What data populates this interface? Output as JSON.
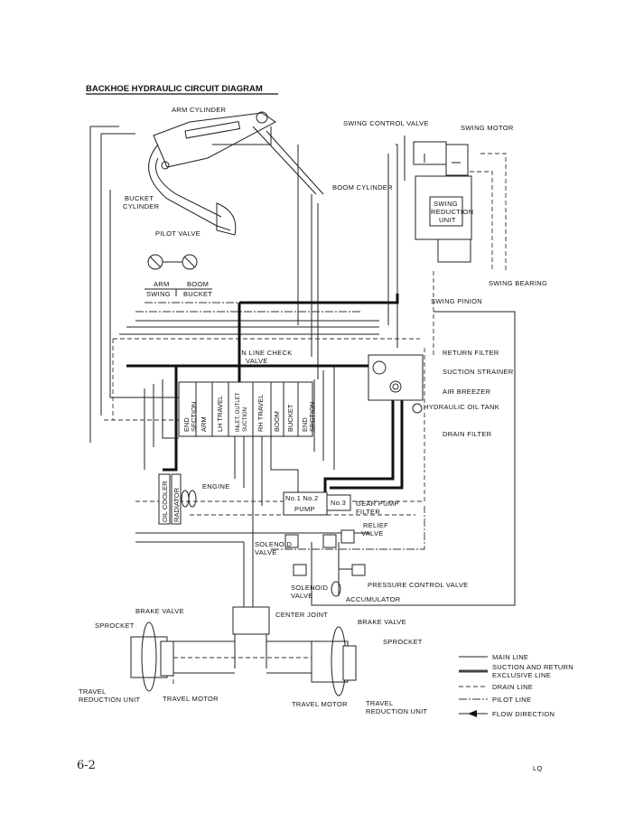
{
  "title": "BACKHOE HYDRAULIC CIRCUIT DIAGRAM",
  "labels": {
    "arm_cylinder": "ARM CYLINDER",
    "swing_control_valve": "SWING CONTROL VALVE",
    "swing_motor": "SWING MOTOR",
    "boom_cylinder": "BOOM CYLINDER",
    "bucket_cylinder_1": "BUCKET",
    "bucket_cylinder_2": "CYLINDER",
    "swing_reduction_1": "SWING",
    "swing_reduction_2": "REDUCTION",
    "swing_reduction_3": "UNIT",
    "pilot_valve": "PILOT VALVE",
    "pv_arm": "ARM",
    "pv_boom": "BOOM",
    "pv_swing": "SWING",
    "pv_bucket": "BUCKET",
    "swing_bearing": "SWING BEARING",
    "swing_pinion": "SWING PINION",
    "return_filter": "RETURN FILTER",
    "suction_strainer": "SUCTION STRAINER",
    "air_breezer": "AIR BREEZER",
    "hydraulic_oil_tank": "HYDRAULIC OIL TANK",
    "drain_filter": "DRAIN FILTER",
    "in_line_check_1": "IN LINE CHECK",
    "in_line_check_2": "VALVE",
    "oil_cooler": "OIL COOLER",
    "radiator": "RADIATOR",
    "engine": "ENGINE",
    "pump_no12": "No.1 No.2",
    "pump": "PUMP",
    "pump_no3": "No.3",
    "gear_pump_filter_1": "GEAR PUMP",
    "gear_pump_filter_2": "FILTER",
    "relief_valve_1": "RELIEF",
    "relief_valve_2": "VALVE",
    "solenoid_valve_a1": "SOLENOID",
    "solenoid_valve_a2": "VALVE",
    "solenoid_valve_b1": "SOLENOID",
    "solenoid_valve_b2": "VALVE",
    "pressure_control_valve": "PRESSURE CONTROL VALVE",
    "accumulator": "ACCUMULATOR",
    "center_joint": "CENTER JOINT",
    "brake_valve_left": "BRAKE VALVE",
    "brake_valve_right": "BRAKE VALVE",
    "sprocket_left": "SPROCKET",
    "sprocket_right": "SPROCKET",
    "travel_reduction_left_1": "TRAVEL",
    "travel_reduction_left_2": "REDUCTION UNIT",
    "travel_motor_left": "TRAVEL MOTOR",
    "travel_motor_right": "TRAVEL MOTOR",
    "travel_reduction_right_1": "TRAVEL",
    "travel_reduction_right_2": "REDUCTION UNIT"
  },
  "control_valve_sections": [
    [
      "END",
      "SECTION"
    ],
    [
      "ARM"
    ],
    [
      "LH TRAVEL"
    ],
    [
      "INLET, OUTLET",
      "SUCTION"
    ],
    [
      "RH TRAVEL"
    ],
    [
      "BOOM"
    ],
    [
      "BUCKET"
    ],
    [
      "END",
      "SECTION"
    ]
  ],
  "legend": [
    {
      "style": "main",
      "label": "MAIN LINE"
    },
    {
      "style": "thick",
      "label": "SUCTION AND RETURN",
      "label2": "EXCLUSIVE LINE"
    },
    {
      "style": "drain",
      "label": "DRAIN LINE"
    },
    {
      "style": "pilot",
      "label": "PILOT LINE"
    },
    {
      "style": "flow",
      "label": "FLOW DIRECTION"
    }
  ],
  "footer": {
    "page_number": "6-2",
    "code": "LQ"
  }
}
